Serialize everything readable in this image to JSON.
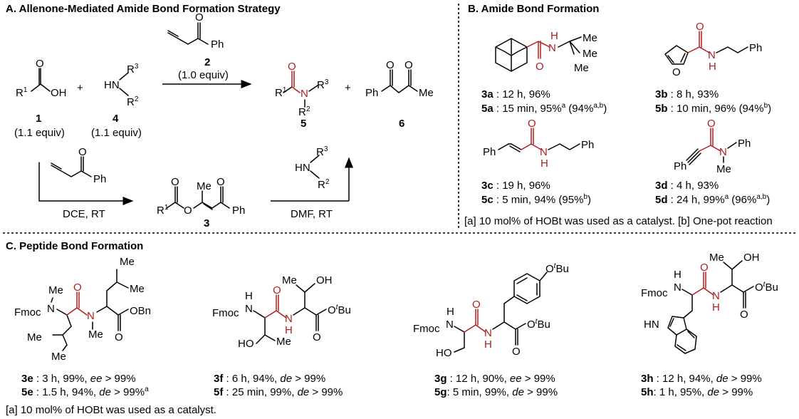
{
  "sections": {
    "A": "A. Allenone-Mediated Amide Bond Formation Strategy",
    "B": "B. Amide Bond Formation",
    "C": "C. Peptide Bond Formation"
  },
  "atoms": {
    "O": "O",
    "OH": "OH",
    "N": "N",
    "HN": "HN",
    "H": "H",
    "Ph": "Ph",
    "Me": "Me",
    "R1": "R",
    "R2": "R",
    "R3": "R",
    "s1": "1",
    "s2": "2",
    "s3": "3",
    "Fmoc": "Fmoc",
    "OBn": "OBn",
    "tBu": "Bu",
    "tItal": "t",
    "HO": "HO"
  },
  "schemeA": {
    "plus": "+",
    "c1": "1",
    "c1_equiv": "(1.1 equiv)",
    "c4": "4",
    "c4_equiv": "(1.1 equiv)",
    "c2": "2",
    "c2_equiv": "(1.0 equiv)",
    "c5": "5",
    "c6": "6",
    "c3": "3",
    "cond1": "DCE, RT",
    "cond2": "DMF, RT"
  },
  "schemeB": {
    "e3a": "3a",
    "e3a_v": " : 12 h, 96%",
    "e5a": "5a",
    "e5a_v": " : 15 min, 95%",
    "e5a_sup": "a",
    "e5a_p": " (94%",
    "e5a_psup": "a,b",
    "e5a_end": ")",
    "e3b": "3b",
    "e3b_v": " : 8 h, 93%",
    "e5b": "5b",
    "e5b_v": " : 10 min, 96% (94%",
    "e5b_sup": "b",
    "e5b_end": ")",
    "e3c": "3c",
    "e3c_v": " : 19 h, 96%",
    "e5c": "5c",
    "e5c_v": " : 5 min, 94% (95%",
    "e5c_sup": "b",
    "e5c_end": ")",
    "e3d": "3d",
    "e3d_v": " : 4 h, 93%",
    "e5d": "5d",
    "e5d_v": " : 24 h, 99%",
    "e5d_sup": "a",
    "e5d_p": " (96%",
    "e5d_psup": "a,b",
    "e5d_end": ")",
    "footnote": "[a] 10 mol% of HOBt was used as a catalyst.  [b] One-pot reaction"
  },
  "schemeC": {
    "e3e": "3e",
    "e3e_v": " : 3 h, 99%, ",
    "e3e_sel": "ee",
    "e3e_val": " > 99%",
    "e5e": "5e",
    "e5e_v": " : 1.5 h, 94%, ",
    "e5e_sel": "de",
    "e5e_val": " > 99%",
    "e5e_sup": "a",
    "e3f": "3f",
    "e3f_v": " : 6 h, 94%, ",
    "e3f_sel": "de",
    "e3f_val": " > 99%",
    "e5f": "5f",
    "e5f_v": " : 25 min, 99%, ",
    "e5f_sel": "de",
    "e5f_val": " > 99%",
    "e3g": "3g",
    "e3g_v": " : 12 h, 90%, ",
    "e3g_sel": "ee",
    "e3g_val": " > 99%",
    "e5g": "5g",
    "e5g_v": ": 5 min, 99%, ",
    "e5g_sel": "de",
    "e5g_val": " > 99%",
    "e3h": "3h",
    "e3h_v": " : 12 h, 94%, ",
    "e3h_sel": "de",
    "e3h_val": " > 99%",
    "e5h": "5h",
    "e5h_v": ": 1 h, 95%, ",
    "e5h_sel": "de",
    "e5h_val": " > 99%",
    "footnote": "[a] 10 mol% of HOBt was used as a catalyst."
  },
  "colors": {
    "amide": "#b01e1e",
    "ink": "#000000"
  }
}
